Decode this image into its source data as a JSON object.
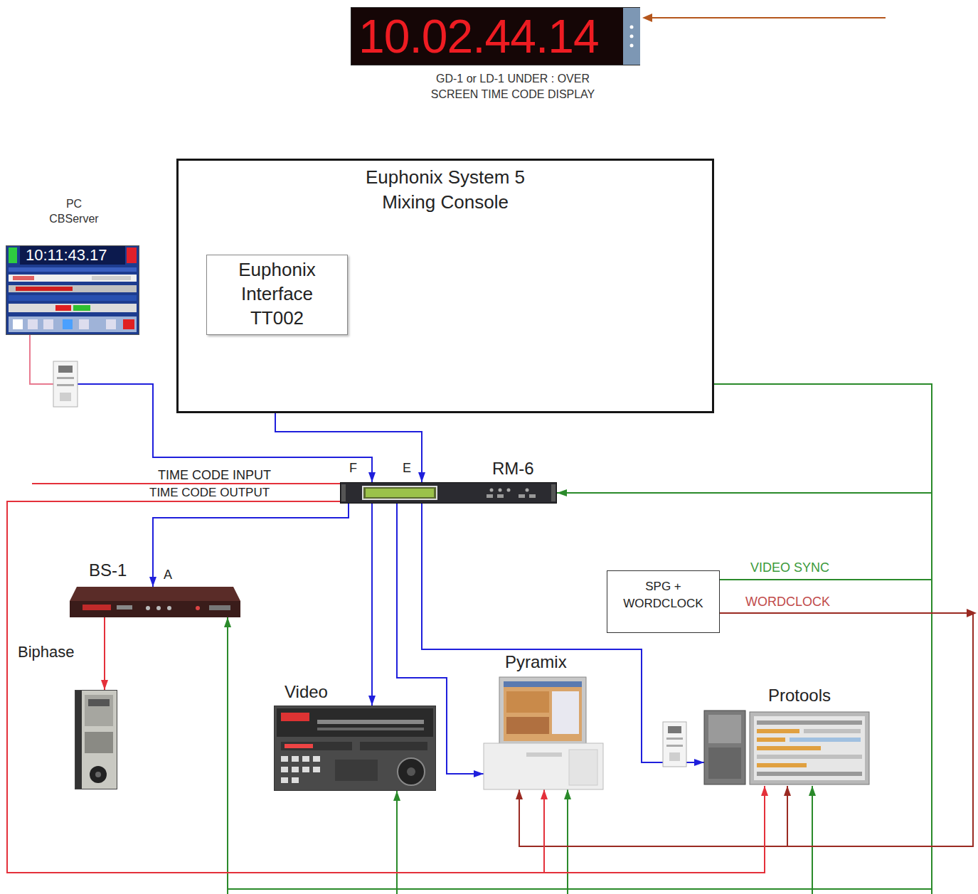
{
  "diagram": {
    "nodes": [
      {
        "text": [
          "10.02.44.14",
          "GD-1 or LD-1 UNDER : OVER SCREEN TIME CODE DISPLAY"
        ]
      },
      {
        "text": [
          "Euphonix System 5 Mixing Console"
        ]
      },
      {
        "text": [
          "Euphonix Interface TT002"
        ],
        "in": 1
      },
      {
        "text": [
          "PC CBServer",
          "10:11:43.17"
        ]
      },
      {
        "text": [
          "RM-6"
        ]
      },
      {
        "text": [
          "BS-1"
        ]
      },
      {
        "text": [
          "Biphase"
        ]
      },
      {
        "text": [
          "Video"
        ]
      },
      {
        "text": [
          "Pyramix"
        ]
      },
      {
        "text": [
          "Protools"
        ]
      },
      {
        "text": [
          "SPG + WORDCLOCK"
        ]
      }
    ],
    "edges": [
      {
        "from": 3,
        "to": 4,
        "arrow": "to"
      },
      {
        "from": 2,
        "to": 4,
        "arrow": "to"
      },
      {
        "from": 4,
        "to": 5,
        "arrow": "to"
      },
      {
        "from": 4,
        "to": 7,
        "arrow": "to"
      },
      {
        "from": 4,
        "to": 8,
        "arrow": "to"
      },
      {
        "from": 4,
        "to": 9,
        "arrow": "to"
      },
      {
        "from": 5,
        "to": 6,
        "arrow": "to"
      },
      {
        "from": 10,
        "to": 2,
        "label": "VIDEO SYNC",
        "arrow": "to"
      },
      {
        "from": 10,
        "to": 4,
        "arrow": "to"
      },
      {
        "from": 10,
        "to": 5,
        "arrow": "to"
      },
      {
        "from": 10,
        "to": 7,
        "arrow": "to"
      },
      {
        "from": 10,
        "to": 8,
        "arrow": "to"
      },
      {
        "from": 10,
        "to": 9,
        "arrow": "to"
      },
      {
        "from": 10,
        "to": 8,
        "label": "WORDCLOCK",
        "arrow": "to"
      },
      {
        "from": 10,
        "to": 9,
        "arrow": "to"
      },
      {
        "from": 4,
        "to": 8,
        "label": "TIME CODE OUTPUT",
        "arrow": "to"
      },
      {
        "from": 4,
        "to": 9,
        "arrow": "to"
      }
    ],
    "labels": [
      "F",
      "E",
      "A",
      "TIME CODE INPUT"
    ]
  }
}
